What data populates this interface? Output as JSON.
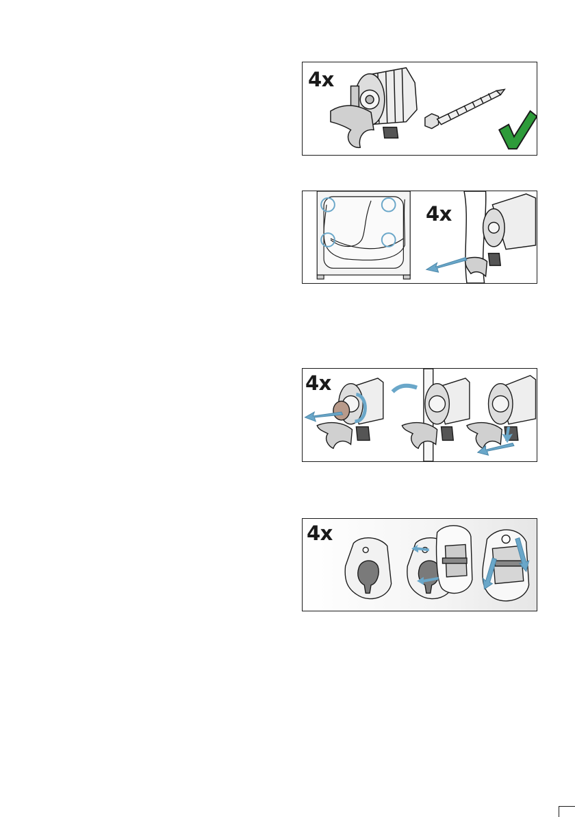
{
  "panels": {
    "hardware": {
      "count": "4x"
    },
    "removal": {
      "count": "4x"
    },
    "insert": {
      "count": "4x"
    },
    "cover": {
      "count": "4x"
    }
  },
  "colors": {
    "arrow": "#6aa7c9",
    "check": "#2e9b3a",
    "outline": "#1a1a1a",
    "part": "#d9d9d9",
    "dark_part": "#4d4d4d"
  }
}
